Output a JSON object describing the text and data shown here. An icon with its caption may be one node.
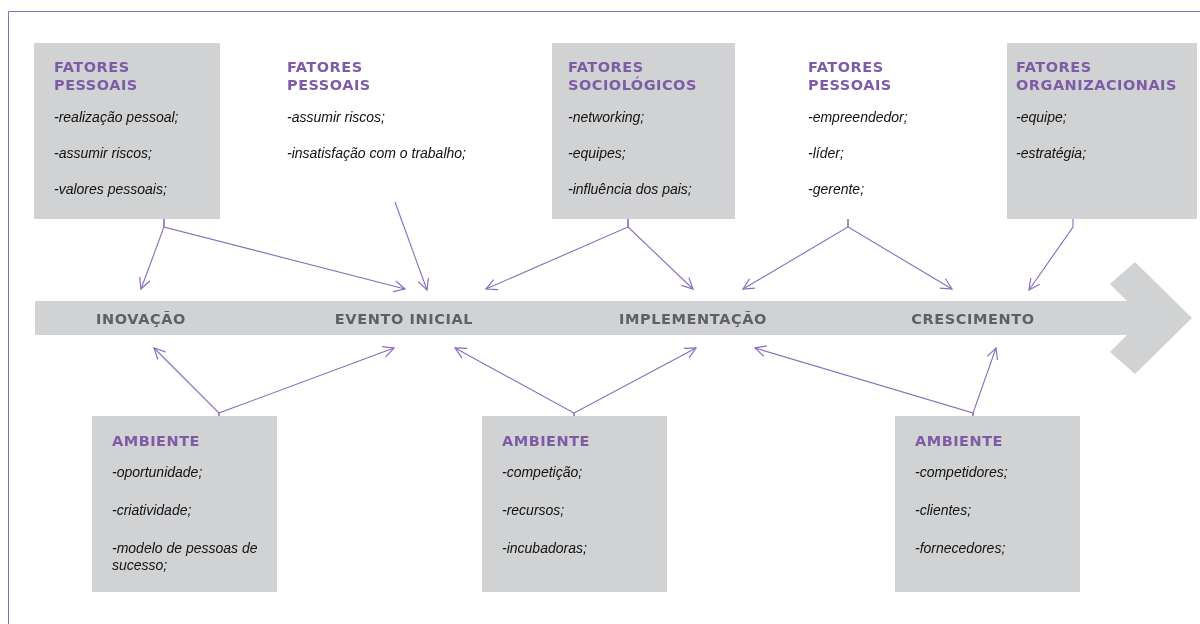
{
  "diagram": {
    "nodes": [
      {
        "text": [
          "FATORES PESSOAIS",
          "-realização pessoal;",
          "-assumir riscos;",
          "-valores pessoais;"
        ]
      },
      {
        "text": [
          "FATORES PESSOAIS",
          "-assumir riscos;",
          "-insatisfação com o trabalho;"
        ]
      },
      {
        "text": [
          "FATORES SOCIOLÓGICOS",
          "-networking;",
          "-equipes;",
          "-influência dos pais;"
        ]
      },
      {
        "text": [
          "FATORES PESSOAIS",
          "-empreendedor;",
          "-líder;",
          "-gerente;"
        ]
      },
      {
        "text": [
          "FATORES ORGANIZACIONAIS",
          "-equipe;",
          "-estratégia;"
        ]
      },
      {
        "text": [],
        "shape": "arrow"
      },
      {
        "text": [
          "INOVAÇÃO"
        ],
        "in": 5
      },
      {
        "text": [
          "EVENTO INICIAL"
        ],
        "in": 5
      },
      {
        "text": [
          "IMPLEMENTAÇÃO"
        ],
        "in": 5
      },
      {
        "text": [
          "CRESCIMENTO"
        ],
        "in": 5
      },
      {
        "text": [
          "AMBIENTE",
          "-oportunidade;",
          "-criatividade;",
          "-modelo de pessoas de sucesso;"
        ]
      },
      {
        "text": [
          "AMBIENTE",
          "-competição;",
          "-recursos;",
          "-incubadoras;"
        ]
      },
      {
        "text": [
          "AMBIENTE",
          "-competidores;",
          "-clientes;",
          "-fornecedores;"
        ]
      }
    ],
    "edges": [
      {
        "from": 0,
        "to": 6,
        "arrow": "to"
      },
      {
        "from": 0,
        "to": 7,
        "arrow": "to"
      },
      {
        "from": 1,
        "to": 7,
        "arrow": "to"
      },
      {
        "from": 2,
        "to": 7,
        "arrow": "to"
      },
      {
        "from": 2,
        "to": 8,
        "arrow": "to"
      },
      {
        "from": 3,
        "to": 8,
        "arrow": "to"
      },
      {
        "from": 3,
        "to": 9,
        "arrow": "to"
      },
      {
        "from": 4,
        "to": 9,
        "arrow": "to"
      },
      {
        "from": 10,
        "to": 6,
        "arrow": "to"
      },
      {
        "from": 10,
        "to": 7,
        "arrow": "to"
      },
      {
        "from": 11,
        "to": 7,
        "arrow": "to"
      },
      {
        "from": 11,
        "to": 8,
        "arrow": "to"
      },
      {
        "from": 12,
        "to": 8,
        "arrow": "to"
      },
      {
        "from": 12,
        "to": 9,
        "arrow": "to"
      }
    ]
  }
}
